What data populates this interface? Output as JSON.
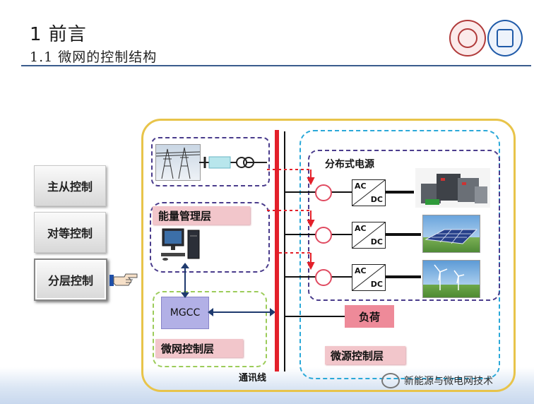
{
  "header": {
    "title": "1 前言",
    "subtitle": "1.1  微网的控制结构"
  },
  "menu": {
    "items": [
      "主从控制",
      "对等控制",
      "分层控制"
    ],
    "active": "分层控制"
  },
  "diagram": {
    "energy_layer": "能量管理层",
    "mgcc": "MGCC",
    "microgrid_layer": "微网控制层",
    "distributed_source": "分布式电源",
    "converters": [
      {
        "ac": "AC",
        "dc": "DC"
      },
      {
        "ac": "AC",
        "dc": "DC"
      },
      {
        "ac": "AC",
        "dc": "DC"
      }
    ],
    "load": "负荷",
    "source_layer": "微源控制层",
    "bus": "通讯线"
  },
  "watermark": {
    "text": "新能源与微电网技术"
  },
  "colors": {
    "bus": "#e3202a",
    "outer": "#e8c44a",
    "dashed_blue": "#2aa8d8",
    "dashed_purple": "#4a3c8c",
    "dashed_green": "#9ccc5a",
    "pink_label": "#f2c6cb",
    "load_fill": "#ee8a99",
    "mgcc_fill": "#b2b0e6"
  }
}
